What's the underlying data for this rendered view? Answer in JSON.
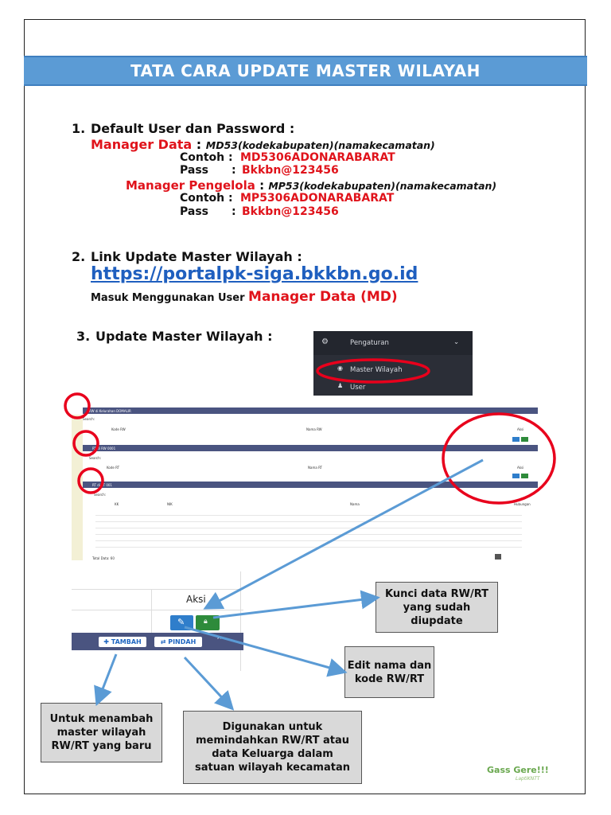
{
  "title": "TATA CARA UPDATE MASTER WILAYAH",
  "step1": {
    "num": "1.",
    "heading": "Default User dan Password :",
    "manager_data_label": "Manager Data",
    "manager_data_sep": " : ",
    "manager_data_format": "MD53(kodekabupaten)(namakecamatan)",
    "contoh_label": "Contoh :",
    "contoh_md": "MD5306ADONARABARAT",
    "pass_label": "Pass",
    "pass_sep": ":",
    "pass_md": "Bkkbn@123456",
    "manager_pengelola_label": "Manager Pengelola",
    "manager_pengelola_sep": " : ",
    "manager_pengelola_format": "MP53(kodekabupaten)(namakecamatan)",
    "contoh_mp": "MP5306ADONARABARAT",
    "pass_mp": "Bkkbn@123456"
  },
  "step2": {
    "num": "2.",
    "heading": "Link Update Master Wilayah :",
    "link": "https://portalpk-siga.bkkbn.go.id",
    "login_prefix": "Masuk Menggunakan User ",
    "login_user": "Manager Data (MD)"
  },
  "step3": {
    "num": "3.",
    "heading": "Update Master Wilayah :"
  },
  "menu": {
    "item1": "Pengaturan",
    "item2": "Master Wilayah",
    "item3": "User"
  },
  "table_shot": {
    "rw_bar": "RW di Kelurahan DOMALIR",
    "rt_bar_rw": "RT di RW 0001",
    "rt_bar": "RT di RT 001",
    "search": "Search:",
    "col_kode_rw": "Kode RW",
    "col_nama_rw": "Nama RW",
    "col_kode_rt": "Kode RT",
    "col_nama_rt": "Nama RT",
    "col_aksi": "Aksi",
    "col_kk": "KK",
    "col_nik": "NIK",
    "col_nama": "Nama",
    "col_hub": "Hubungan",
    "footer": "Total Data: 60"
  },
  "zoom": {
    "aksi": "Aksi",
    "tambah": "TAMBAH",
    "pindah": "PINDAH"
  },
  "callouts": {
    "kunci": "Kunci data RW/RT yang sudah diupdate",
    "edit": "Edit nama dan kode RW/RT",
    "tambah": "Untuk menambah master wilayah RW/RT yang baru",
    "pindah": "Digunakan untuk memindahkan RW/RT atau data Keluarga dalam satuan wilayah kecamatan"
  },
  "footer": {
    "line1": "Gass Gere!!!",
    "line2": "LaptiKNTT"
  },
  "colors": {
    "title_bar": "#5b9bd5",
    "red_text": "#e0131b",
    "link": "#1f5fbf",
    "arrow": "#5b9bd5",
    "circle": "#e8001c"
  }
}
